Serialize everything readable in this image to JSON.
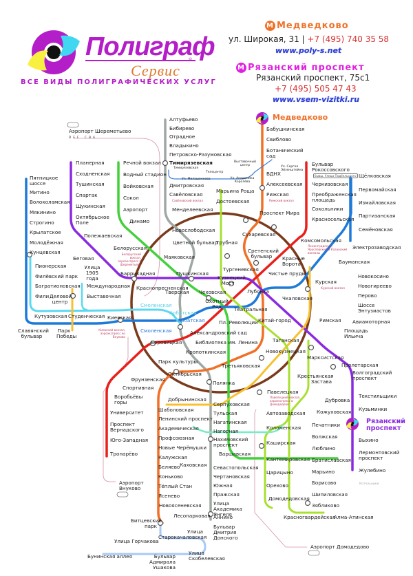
{
  "header": {
    "brand_name": "Полиграф",
    "brand_sub": "Сервис",
    "registered_mark": "®",
    "tagline": "ВСЕ ВИДЫ ПОЛИГРАФИЧЕСКИХ УСЛУГ",
    "office1": {
      "metro_icon": "metro-m-icon",
      "metro_letter": "М",
      "station": "Медведково",
      "station_color": "#f07028",
      "address": "ул. Широкая, 31 |",
      "phone": "+7 (495) 740 35 58",
      "url": "www.poly-s.net"
    },
    "office2": {
      "metro_icon": "metro-m-icon",
      "metro_letter": "М",
      "station": "Рязанский проспект",
      "station_color": "#e020e0",
      "address": "Рязанский проспект, 75с1",
      "phone": "+7 (495) 505 47 43",
      "url": "www.vsem-vizitki.ru"
    }
  },
  "map": {
    "highlights": {
      "medvedkovo": "Медведково",
      "ryazansky": "Рязанский проспект"
    },
    "airports": {
      "sheremetyevo": "Аэропорт Шереметьево",
      "sheremetyevo_terminals_left": "D E F",
      "sheremetyevo_terminals_right": "C B A",
      "vnukovo": "Аэропорт Внуково",
      "domodedovo": "Аэропорт Домодедово"
    },
    "colors": {
      "line1": "#e8201c",
      "line2": "#44d03c",
      "line3": "#1e7ad8",
      "line4": "#5cd8f0",
      "line5": "#7a3a1c",
      "line6": "#f07028",
      "line7": "#8a2ae0",
      "line8": "#f8c030",
      "line9": "#a0a8a4",
      "line10": "#a8e030",
      "line11": "#78ecc4",
      "line12": "#a8c8f8",
      "monorail": "#3880d8",
      "aeroexpress": "#d890a8"
    },
    "stations": {
      "altufyevo": "Алтуфьево",
      "bibirevo": "Бибирево",
      "otradnoe": "Отрадное",
      "vladykino": "Владыкино",
      "petrovsko": "Петровско-Разумовская",
      "timiryazevskaya": "Тимирязевская",
      "dmitrovskaya": "Дмитровская",
      "savyolovskaya": "Савёловская",
      "savyolovsky_vokzal": "Савёловский вокзал",
      "mendeleevskaya": "Менделеевская",
      "novoslobodskaya": "Новослободская",
      "tsvetnoy": "Цветной бульвар",
      "trubnaya": "Трубная",
      "babushkinskaya": "Бабушкинская",
      "sviblovo": "Свиблово",
      "botanichesky": "Ботанический сад",
      "vdnh": "ВДНХ",
      "alekseevskaya": "Алексеевская",
      "rizhskaya": "Рижская",
      "rizhsky_vokzal": "Рижский вокзал",
      "prospekt_mira": "Проспект Мира",
      "sukharevskaya": "Сухаревская",
      "sretensky": "Сретенский бульвар",
      "turgenevskaya": "Тургеневская",
      "chistye_prudy": "Чистые пруды",
      "krasnye_vorota": "Красные Ворота",
      "komsomolskaya": "Комсомольская",
      "komsomolskaya_vokzaly": "Ленинградский, Ярославский и Казанский вокзалы",
      "bulvar_rokossovskogo": "Бульвар Рокоссовского",
      "rokossovskogo_note": "бывш. Улица Подбельского",
      "cherkizovskaya": "Черкизовская",
      "preobrazhenskaya": "Преображенская площадь",
      "sokolniki": "Сокольники",
      "krasnoselskaya": "Красносельская",
      "shchyolkovskaya": "Щёлковская",
      "pervomayskaya": "Первомайская",
      "izmaylovskaya": "Измайловская",
      "partizanskaya": "Партизанская",
      "semyonovskaya": "Семёновская",
      "elektrozavodskaya": "Электрозаводская",
      "baumanskaya": "Бауманская",
      "kurskaya": "Курская",
      "kursky_vokzal": "Курский вокзал",
      "chkalovskaya": "Чкаловская",
      "novokosino": "Новокосино",
      "novogireevo": "Новогиреево",
      "perovo": "Перово",
      "shosse": "Шоссе Энтузиастов",
      "aviamotornaya": "Авиамоторная",
      "ploshchad_ilyicha": "Площадь Ильича",
      "rimskaya": "Римская",
      "marksistskaya": "Марксистская",
      "taganskaya": "Таганская",
      "proletarskaya": "Пролетарская",
      "volgogradsky": "Волгоградский проспект",
      "krestyanskaya": "Крестьянская Застава",
      "tekstilshchiki": "Текстильщики",
      "kuzminki": "Кузьминки",
      "vykhino": "Выхино",
      "lermontovsky": "Лермонтовский проспект",
      "zhulebino": "Жулебино",
      "kotelniki": "Котельники",
      "dubrovka": "Дубровка",
      "kozhukhovskaya": "Кожуховская",
      "pechatniki": "Печатники",
      "volzhskaya": "Волжская",
      "lyublino": "Люблино",
      "bratislavskaya": "Братиславская",
      "maryino": "Марьино",
      "borisovo": "Борисово",
      "shipilovskaya": "Шипиловская",
      "zyablikovo": "Зябликово",
      "krasnogvardeyskaya": "Красногвардейская",
      "alma_atinskaya": "Алма-Атинская",
      "paveletskaya": "Павелецкая",
      "paveletsky_note": "Павелецкий вокзал, аэроэкспресс в Домодедово",
      "avtozavodskaya": "Автозаводская",
      "kolomenskaya": "Коломенская",
      "kashirskaya": "Каширская",
      "kantemirovskaya": "Кантемировская",
      "tsaritsyno": "Царицыно",
      "orekhovo": "Орехово",
      "domodedovskaya": "Домодедовская",
      "novokuznetskaya": "Новокузнецкая",
      "tretyakovskaya": "Третьяковская",
      "planernaya": "Планерная",
      "skhodnenskaya": "Сходненская",
      "tushinskaya": "Тушинская",
      "spartak": "Спартак",
      "shchukinskaya": "Щукинская",
      "oktyabrskoe_pole": "Октябрьское Поле",
      "polezhaevskaya": "Полежаевская",
      "begovaya": "Беговая",
      "ulitsa_1905": "Улица 1905 года",
      "barrikadnaya": "Баррикадная",
      "pushkinskaya": "Пушкинская",
      "kuznetsky_most": "Кузнецкий Мост",
      "kitay_gorod": "Китай-город",
      "rechnoy_vokzal": "Речной вокзал",
      "vodny_stadion": "Водный стадион",
      "voykovskaya": "Войковская",
      "sokol": "Сокол",
      "aeroport": "Аэропорт",
      "dinamo": "Динамо",
      "belorusskaya": "Белорусская",
      "belorussky_note": "Белорусский вокзал, аэроэкспресс в Шереметьево",
      "mayakovskaya": "Маяковская",
      "tverskaya": "Тверская",
      "teatralnaya": "Театральная",
      "pyatnitskoe": "Пятницкое шоссе",
      "mitino": "Митино",
      "volokolamskaya": "Волоколамская",
      "myakinino": "Мякинино",
      "strogino": "Строгино",
      "krylatskoe": "Крылатское",
      "molodyozhnaya": "Молодёжная",
      "kuntsevskaya": "Кунцевская",
      "pionerskaya": "Пионерская",
      "filyovsky_park": "Филёвский парк",
      "bagrationovskaya": "Багратионовская",
      "fili": "Фили",
      "kutuzovskaya": "Кутузовская",
      "studencheskaya": "Студенческая",
      "mezhdunarodnaya": "Международная",
      "vystavochnaya": "Выставочная",
      "delovoy_tsentr": "Деловой центр",
      "slavyansky": "Славянский бульвар",
      "park_pobedy": "Парк Победы",
      "kievskaya": "Киевская",
      "kievsky_note": "Киевский вокзал, аэроэкспресс во Внуково",
      "smolenskaya": "Смоленская",
      "arbatskaya": "Арбатская",
      "krasnopresnenskaya": "Краснопресненская",
      "chekhovskaya": "Чеховская",
      "okhotny_ryad": "Охотный Ряд",
      "lubyanka": "Лубянка",
      "pl_revolyutsii": "Пл. Революции",
      "aleksandrovsky": "Александровский сад",
      "biblioteka": "Библиотека им. Ленина",
      "borovitskaya": "Боровицкая",
      "kropotkinskaya": "Кропоткинская",
      "park_kultury": "Парк культуры",
      "frunzenskaya": "Фрунзенская",
      "sportivnaya": "Спортивная",
      "vorobyovy": "Воробьёвы горы",
      "universitet": "Университет",
      "prospekt_vernadskogo": "Проспект Вернадского",
      "yugo_zapadnaya": "Юго-Западная",
      "troparyovo": "Тропарёво",
      "oktyabrskaya": "Октябрьская",
      "dobryninskaya": "Добрынинская",
      "polyanka": "Полянка",
      "serpukhovskaya": "Серпуховская",
      "tulskaya": "Тульская",
      "nagatinskaya": "Нагатинская",
      "nagornaya": "Нагорная",
      "nakhimovsky": "Нахимовский проспект",
      "sevastopolskaya": "Севастопольская",
      "chertanovskaya": "Чертановская",
      "yuzhnaya": "Южная",
      "prazhskaya": "Пражская",
      "akademika_yangelya": "Улица Академика Янгеля",
      "annino": "Аннино",
      "bulvar_dmitriya": "Бульвар Дмитрия Донского",
      "varshavskaya": "Варшавская",
      "kakhovskaya": "Каховская",
      "shabolovskaya": "Шаболовская",
      "leninsky": "Ленинский проспект",
      "akademicheskaya": "Академическая",
      "profsoyuznaya": "Профсоюзная",
      "novye_cheryomushki": "Новые Черёмушки",
      "kaluzhskaya": "Калужская",
      "belyaevo": "Беляево",
      "konkovo": "Коньково",
      "tyoply_stan": "Тёплый Стан",
      "yasenevo": "Ясенево",
      "novoyasenevskaya": "Новоясеневская",
      "bittsevsky": "Битцевский парк",
      "lesoparkovaya": "Лесопарковая",
      "starokachalovskaya": "Улица Старокачаловская",
      "skobelevskaya": "Улица Скобелевская",
      "admirala_ushakova": "Бульвар Адмирала Ушакова",
      "gorchakova": "Улица Горчакова",
      "buninskaya": "Бунинская аллея",
      "marina_roshcha": "Марьина Роща",
      "dostoevskaya": "Достоевская",
      "timiryazevskaya_mono": "Тимирязевская",
      "milashenkova": "Ул. Милашенкова",
      "telecentr": "Телецентр",
      "akademika_koroleva": "Ул. Академика Королёва",
      "vystavochny_tsentr": "Выставочный центр",
      "sergeya_eyzenshteyna": "Ул. Сергея Эйзенштейна"
    }
  }
}
